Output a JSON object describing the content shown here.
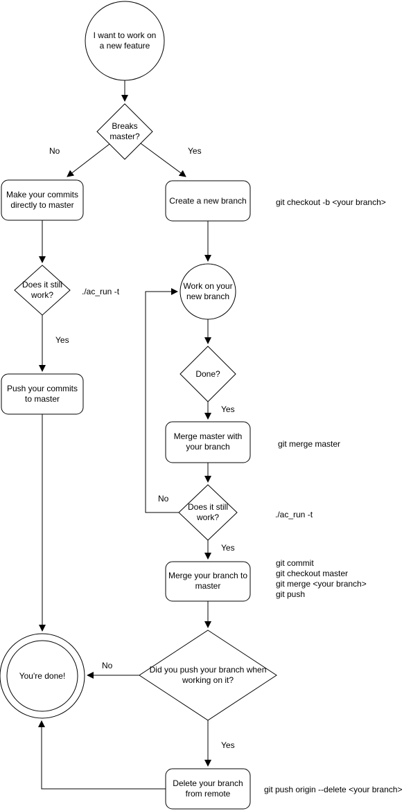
{
  "diagram": {
    "nodes": {
      "start": "I want to work on a new feature",
      "breaks_master": "Breaks master?",
      "make_commits": "Make your commits directly to master",
      "create_branch": "Create a new branch",
      "does_it_work_left": "Does it still work?",
      "push_commits": "Push your commits to master",
      "work_on_branch": "Work on your new branch",
      "done": "Done?",
      "merge_master": "Merge master with your branch",
      "does_it_work_right": "Does it still work?",
      "merge_branch": "Merge your branch to master",
      "did_you_push": "Did you push your branch when working on it?",
      "youre_done": "You're done!",
      "delete_branch": "Delete your branch from remote"
    },
    "edge_labels": {
      "breaks_no": "No",
      "breaks_yes": "Yes",
      "works_left_yes": "Yes",
      "done_yes": "Yes",
      "works_right_no": "No",
      "works_right_yes": "Yes",
      "pushed_no": "No",
      "pushed_yes": "Yes"
    },
    "annotations": {
      "create_branch_cmd": "git checkout -b <your branch>",
      "test_left_cmd": "./ac_run -t",
      "merge_master_cmd": "git merge master",
      "test_right_cmd": "./ac_run -t",
      "merge_branch_cmds": "git commit\ngit checkout master\ngit merge <your branch>\ngit push",
      "delete_remote_cmd": "git push origin --delete <your branch>"
    },
    "colors": {
      "stroke": "#000000",
      "fill": "#ffffff",
      "text": "#000000"
    }
  }
}
